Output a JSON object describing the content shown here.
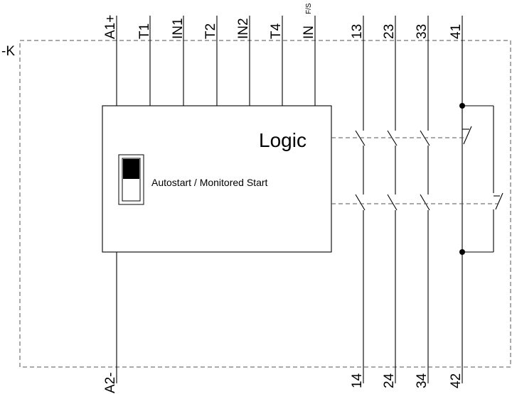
{
  "device_label": "-K",
  "logic_label": "Logic",
  "switch_label": "Autostart / Monitored Start",
  "terminals_top": [
    {
      "label": "A1+"
    },
    {
      "label": "T1"
    },
    {
      "label": "IN1"
    },
    {
      "label": "T2"
    },
    {
      "label": "IN2"
    },
    {
      "label": "T4"
    },
    {
      "label": "IN",
      "sub": "F/S"
    },
    {
      "label": "13"
    },
    {
      "label": "23"
    },
    {
      "label": "33"
    },
    {
      "label": "41"
    }
  ],
  "terminals_bottom": [
    {
      "label": "A2-"
    },
    {
      "label": "14"
    },
    {
      "label": "24"
    },
    {
      "label": "34"
    },
    {
      "label": "42"
    }
  ]
}
